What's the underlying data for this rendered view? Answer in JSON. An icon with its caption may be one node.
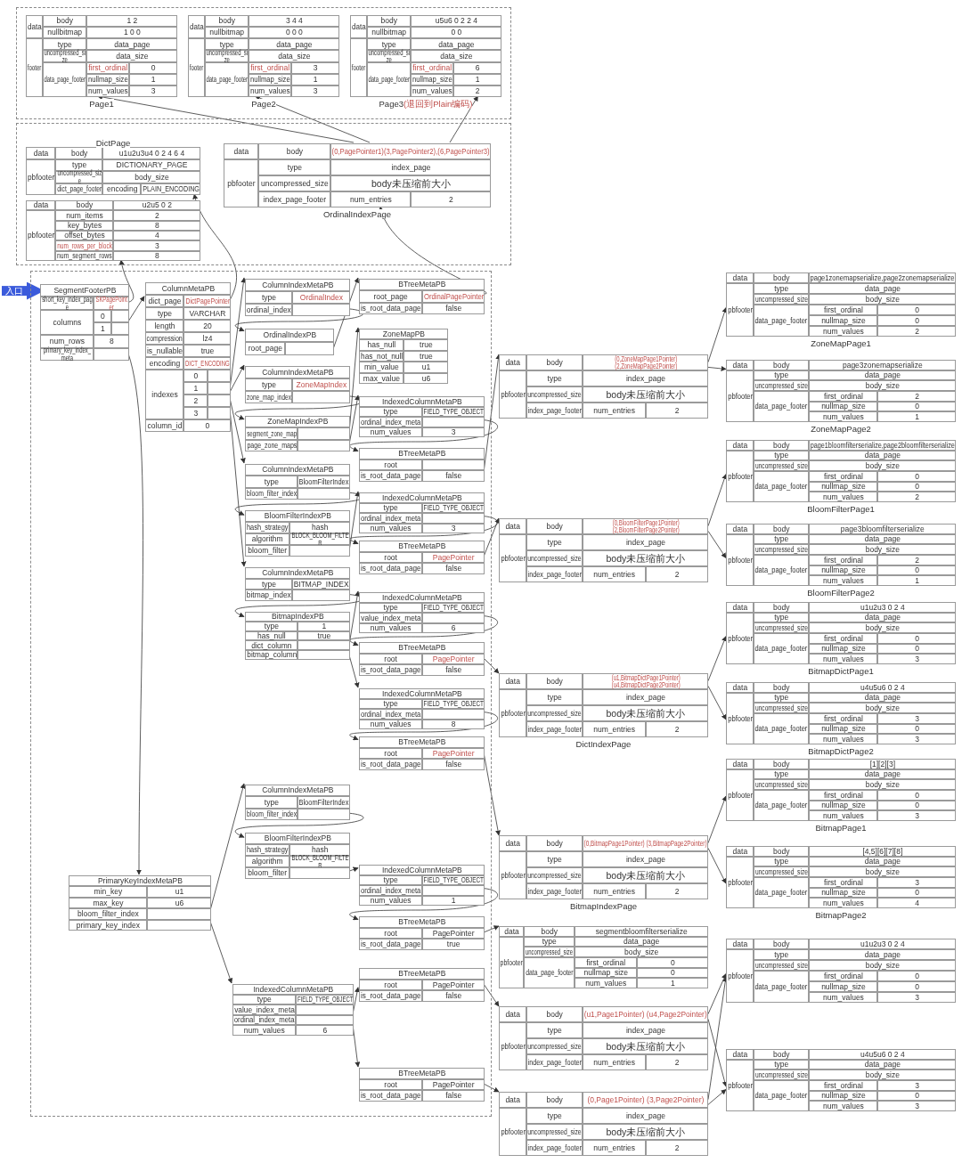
{
  "diagram": {
    "nodes": [
      {
        "text": [],
        "shape": "box"
      },
      {
        "text": [],
        "shape": "box"
      },
      {
        "text": [],
        "shape": "box"
      },
      {
        "text": [
          "data",
          "body",
          "1 2",
          "nullbitmap",
          "1 0 0",
          "footer",
          "type",
          "data_page",
          "uncompressed_size",
          "data_size",
          "data_page_footer",
          "first_ordinal",
          "0",
          "nullmap_size",
          "1",
          "num_values",
          "3"
        ],
        "in": 0,
        "beside": [
          "Page1"
        ]
      },
      {
        "text": [
          "data",
          "body",
          "3 4 4",
          "nullbitmap",
          "0 0 0",
          "footer",
          "type",
          "data_page",
          "uncompressed_size",
          "data_size",
          "data_page_footer",
          "first_ordinal",
          "3",
          "nullmap_size",
          "1",
          "num_values",
          "3"
        ],
        "in": 0,
        "beside": [
          "Page2"
        ]
      },
      {
        "text": [
          "data",
          "body",
          "u5u6 0 2 2 4",
          "nullbitmap",
          "0 0",
          "footer",
          "type",
          "data_page",
          "uncompressed_size",
          "data_size",
          "data_page_footer",
          "first_ordinal",
          "6",
          "nullmap_size",
          "1",
          "num_values",
          "2"
        ],
        "in": 0,
        "beside": [
          "Page3",
          "(退回到Plain编码)"
        ]
      },
      {
        "text": [
          "data",
          "body",
          "u1u2u3u4 0 2 4 6 4",
          "pbfooter",
          "type",
          "DICTIONARY_PAGE",
          "uncompressed_size",
          "body_size",
          "dict_page_footer",
          "encoding",
          "PLAIN_ENCODING"
        ],
        "in": 1,
        "beside": [
          "DictPage"
        ]
      },
      {
        "text": [
          "data",
          "body",
          "u2u5 0 2",
          "pbfooter",
          "num_items",
          "2",
          "key_bytes",
          "8",
          "offset_bytes",
          "4",
          "num_rows_per_block",
          "3",
          "num_segment_rows",
          "8"
        ],
        "in": 1
      },
      {
        "text": [
          "data",
          "body",
          "(0,PagePointer1)(3,PagePointer2),(6,PagePointer3)",
          "pbfooter",
          "type",
          "index_page",
          "uncompressed_size",
          "body未压缩前大小",
          "index_page_footer",
          "num_entries",
          "2"
        ],
        "in": 1,
        "beside": [
          "OrdinalIndexPage"
        ]
      },
      {
        "text": [
          "SegmentFooterPB",
          "short_key_index_page",
          "SKPagePointer",
          "columns",
          "0",
          "1",
          "num_rows",
          "8",
          "primary_key_index_meta"
        ],
        "in": 2
      },
      {
        "text": [
          "ColumnMetaPB",
          "dict_page",
          "DictPagePointer",
          "type",
          "VARCHAR",
          "length",
          "20",
          "compression",
          "lz4",
          "is_nullable",
          "true",
          "encoding",
          "DICT_ENCODING",
          "indexes",
          "0",
          "1",
          "2",
          "3",
          "column_id",
          "0"
        ],
        "in": 2
      },
      {
        "text": [
          "ColumnIndexMetaPB",
          "type",
          "OrdinalIndex",
          "ordinal_index"
        ],
        "in": 2
      },
      {
        "text": [
          "OrdinalIndexPB",
          "root_page"
        ],
        "in": 2
      },
      {
        "text": [
          "BTreeMetaPB",
          "root_page",
          "OrdinalPagePointer",
          "is_root_data_page",
          "false"
        ],
        "in": 2
      },
      {
        "text": [
          "ZoneMapPB",
          "has_null",
          "true",
          "has_not_null",
          "true",
          "min_value",
          "u1",
          "max_value",
          "u6"
        ],
        "in": 2
      },
      {
        "text": [
          "ColumnIndexMetaPB",
          "type",
          "ZoneMapIndex",
          "zone_map_index"
        ],
        "in": 2
      },
      {
        "text": [
          "ZoneMapIndexPB",
          "segment_zone_map",
          "page_zone_maps"
        ],
        "in": 2
      },
      {
        "text": [
          "IndexedColumnMetaPB",
          "type",
          "FIELD_TYPE_OBJECT",
          "ordinal_index_meta",
          "num_values",
          "3"
        ],
        "in": 2
      },
      {
        "text": [
          "BTreeMetaPB",
          "root",
          "is_root_data_page",
          "false"
        ],
        "in": 2
      },
      {
        "text": [
          "ColumnIndexMetaPB",
          "type",
          "BloomFilterIndex",
          "bloom_filter_index"
        ],
        "in": 2
      },
      {
        "text": [
          "BloomFilterIndexPB",
          "hash_strategy",
          "hash",
          "algorithm",
          "BLOCK_BLOOM_FILTER",
          "bloom_filter"
        ],
        "in": 2
      },
      {
        "text": [
          "IndexedColumnMetaPB",
          "type",
          "FIELD_TYPE_OBJECT",
          "ordinal_index_meta",
          "num_values",
          "3"
        ],
        "in": 2
      },
      {
        "text": [
          "BTreeMetaPB",
          "root",
          "PagePointer",
          "is_root_data_page",
          "false"
        ],
        "in": 2
      },
      {
        "text": [
          "ColumnIndexMetaPB",
          "type",
          "BITMAP_INDEX",
          "bitmap_index"
        ],
        "in": 2
      },
      {
        "text": [
          "BitmapIndexPB",
          "type",
          "1",
          "has_null",
          "true",
          "dict_column",
          "bitmap_column"
        ],
        "in": 2
      },
      {
        "text": [
          "IndexedColumnMetaPB",
          "type",
          "FIELD_TYPE_OBJECT",
          "value_index_meta",
          "num_values",
          "6"
        ],
        "in": 2
      },
      {
        "text": [
          "BTreeMetaPB",
          "root",
          "PagePointer",
          "is_root_data_page",
          "false"
        ],
        "in": 2
      },
      {
        "text": [
          "IndexedColumnMetaPB",
          "type",
          "FIELD_TYPE_OBJECT",
          "ordinal_index_meta",
          "num_values",
          "8"
        ],
        "in": 2
      },
      {
        "text": [
          "BTreeMetaPB",
          "root",
          "PagePointer",
          "is_root_data_page",
          "false"
        ],
        "in": 2
      },
      {
        "text": [
          "ColumnIndexMetaPB",
          "type",
          "BloomFilterIndex",
          "bloom_filter_index"
        ],
        "in": 2
      },
      {
        "text": [
          "BloomFilterIndexPB",
          "hash_strategy",
          "hash",
          "algorithm",
          "BLOCK_BLOOM_FILTER",
          "bloom_filter"
        ],
        "in": 2
      },
      {
        "text": [
          "PrimaryKeyIndexMetaPB",
          "min_key",
          "u1",
          "max_key",
          "u6",
          "bloom_filter_index",
          "primary_key_index"
        ],
        "in": 2
      },
      {
        "text": [
          "IndexedColumnMetaPB",
          "type",
          "FIELD_TYPE_OBJECT",
          "ordinal_index_meta",
          "num_values",
          "1"
        ],
        "in": 2
      },
      {
        "text": [
          "BTreeMetaPB",
          "root",
          "PagePointer",
          "is_root_data_page",
          "true"
        ],
        "in": 2
      },
      {
        "text": [
          "BTreeMetaPB",
          "root",
          "PagePointer",
          "is_root_data_page",
          "false"
        ],
        "in": 2
      },
      {
        "text": [
          "IndexedColumnMetaPB",
          "type",
          "FIELD_TYPE_OBJECT",
          "value_index_meta",
          "ordinal_index_meta",
          "num_values",
          "6"
        ],
        "in": 2
      },
      {
        "text": [
          "BTreeMetaPB",
          "root",
          "PagePointer",
          "is_root_data_page",
          "false"
        ],
        "in": 2
      },
      {
        "text": [
          "data",
          "body",
          "(0,ZoneMapPage1Pointer) (2,ZoneMapPage2Pointer)",
          "pbfooter",
          "type",
          "index_page",
          "uncompressed_size",
          "body未压缩前大小",
          "index_page_footer",
          "num_entries",
          "2"
        ]
      },
      {
        "text": [
          "data",
          "body",
          "page1zonemapserialize,page2zonemapserialize",
          "pbfooter",
          "type",
          "data_page",
          "uncompressed_size",
          "body_size",
          "data_page_footer",
          "first_ordinal",
          "0",
          "nullmap_size",
          "0",
          "num_values",
          "2"
        ],
        "beside": [
          "ZoneMapPage1"
        ]
      },
      {
        "text": [
          "data",
          "body",
          "page3zonemapserialize",
          "pbfooter",
          "type",
          "data_page",
          "uncompressed_size",
          "body_size",
          "data_page_footer",
          "first_ordinal",
          "2",
          "nullmap_size",
          "0",
          "num_values",
          "1"
        ],
        "beside": [
          "ZoneMapPage2"
        ]
      },
      {
        "text": [
          "data",
          "body",
          "(0,BloomFilterPage1Pointer) (2,BloomFilterPage2Pointer)",
          "pbfooter",
          "type",
          "index_page",
          "uncompressed_size",
          "body未压缩前大小",
          "index_page_footer",
          "num_entries",
          "2"
        ]
      },
      {
        "text": [
          "data",
          "body",
          "page1bloomfilterserialize,page2bloomfilterserialize",
          "pbfooter",
          "type",
          "data_page",
          "uncompressed_size",
          "body_size",
          "data_page_footer",
          "first_ordinal",
          "0",
          "nullmap_size",
          "0",
          "num_values",
          "2"
        ],
        "beside": [
          "BloomFilterPage1"
        ]
      },
      {
        "text": [
          "data",
          "body",
          "page3bloomfilterserialize",
          "pbfooter",
          "type",
          "data_page",
          "uncompressed_size",
          "body_size",
          "data_page_footer",
          "first_ordinal",
          "2",
          "nullmap_size",
          "0",
          "num_values",
          "1"
        ],
        "beside": [
          "BloomFilterPage2"
        ]
      },
      {
        "text": [
          "data",
          "body",
          "u1u2u3 0 2 4",
          "pbfooter",
          "type",
          "data_page",
          "uncompressed_size",
          "body_size",
          "data_page_footer",
          "first_ordinal",
          "0",
          "nullmap_size",
          "0",
          "num_values",
          "3"
        ],
        "beside": [
          "BitmapDictPage1"
        ]
      },
      {
        "text": [
          "data",
          "body",
          "(u1,BitmapDictPage1Pointer) (u4,BitmapDictPage2Pointer)",
          "pbfooter",
          "type",
          "index_page",
          "uncompressed_size",
          "body未压缩前大小",
          "index_page_footer",
          "num_entries",
          "2"
        ],
        "beside": [
          "DictIndexPage"
        ]
      },
      {
        "text": [
          "data",
          "body",
          "u4u5u6 0 2 4",
          "pbfooter",
          "type",
          "data_page",
          "uncompressed_size",
          "body_size",
          "data_page_footer",
          "first_ordinal",
          "3",
          "nullmap_size",
          "0",
          "num_values",
          "3"
        ],
        "beside": [
          "BitmapDictPage2"
        ]
      },
      {
        "text": [
          "data",
          "body",
          "[1][2][3]",
          "pbfooter",
          "type",
          "data_page",
          "uncompressed_size",
          "body_size",
          "data_page_footer",
          "first_ordinal",
          "0",
          "nullmap_size",
          "0",
          "num_values",
          "3"
        ],
        "beside": [
          "BitmapPage1"
        ]
      },
      {
        "text": [
          "data",
          "body",
          "(0,BitmapPage1Pointer) (3,BitmapPage2Pointer)",
          "pbfooter",
          "type",
          "index_page",
          "uncompressed_size",
          "body未压缩前大小",
          "index_page_footer",
          "num_entries",
          "2"
        ],
        "beside": [
          "BitmapIndexPage"
        ]
      },
      {
        "text": [
          "data",
          "body",
          "[4,5][6][7][8]",
          "pbfooter",
          "type",
          "data_page",
          "uncompressed_size",
          "body_size",
          "data_page_footer",
          "first_ordinal",
          "3",
          "nullmap_size",
          "0",
          "num_values",
          "4"
        ],
        "beside": [
          "BitmapPage2"
        ]
      },
      {
        "text": [
          "data",
          "body",
          "segmentbloomfilterserialize",
          "pbfooter",
          "type",
          "data_page",
          "uncompressed_size",
          "body_size",
          "data_page_footer",
          "first_ordinal",
          "0",
          "nullmap_size",
          "0",
          "num_values",
          "1"
        ]
      },
      {
        "text": [
          "data",
          "body",
          "(u1,Page1Pointer) (u4,Page2Pointer)",
          "pbfooter",
          "type",
          "index_page",
          "uncompressed_size",
          "body未压缩前大小",
          "index_page_footer",
          "num_entries",
          "2"
        ]
      },
      {
        "text": [
          "data",
          "body",
          "u1u2u3 0 2 4",
          "pbfooter",
          "type",
          "data_page",
          "uncompressed_size",
          "body_size",
          "data_page_footer",
          "first_ordinal",
          "0",
          "nullmap_size",
          "0",
          "num_values",
          "3"
        ]
      },
      {
        "text": [
          "data",
          "body",
          "u4u5u6 0 2 4",
          "pbfooter",
          "type",
          "data_page",
          "uncompressed_size",
          "body_size",
          "data_page_footer",
          "first_ordinal",
          "3",
          "nullmap_size",
          "0",
          "num_values",
          "3"
        ]
      },
      {
        "text": [
          "data",
          "body",
          "(0,Page1Pointer) (3,Page2Pointer)",
          "pbfooter",
          "type",
          "index_page",
          "uncompressed_size",
          "body未压缩前大小",
          "index_page_footer",
          "num_entries",
          "2"
        ]
      }
    ],
    "edges": [
      {
        "from": null,
        "to": 9,
        "arrow": "to",
        "label": "入口",
        "style": "thick",
        "color": "#3b5bdb"
      },
      {
        "from": 9,
        "to": 7,
        "arrow": "to"
      },
      {
        "from": 9,
        "to": 10,
        "arrow": "to"
      },
      {
        "from": 9,
        "to": 31,
        "arrow": "to"
      },
      {
        "from": 10,
        "to": 6,
        "arrow": "to"
      },
      {
        "from": 10,
        "to": 11,
        "arrow": "to"
      },
      {
        "from": 10,
        "to": 15,
        "arrow": "to"
      },
      {
        "from": 10,
        "to": 19,
        "arrow": "to"
      },
      {
        "from": 10,
        "to": 23,
        "arrow": "to"
      },
      {
        "from": 11,
        "to": 12,
        "arrow": "to"
      },
      {
        "from": 12,
        "to": 13,
        "arrow": "to"
      },
      {
        "from": 13,
        "to": 8,
        "arrow": "to"
      },
      {
        "from": 8,
        "to": 3,
        "arrow": "to"
      },
      {
        "from": 8,
        "to": 4,
        "arrow": "to"
      },
      {
        "from": 8,
        "to": 5,
        "arrow": "to"
      },
      {
        "from": 15,
        "to": 16,
        "arrow": "to"
      },
      {
        "from": 16,
        "to": 14,
        "arrow": "to"
      },
      {
        "from": 16,
        "to": 17,
        "arrow": "to"
      },
      {
        "from": 17,
        "to": 18,
        "arrow": "to"
      },
      {
        "from": 18,
        "to": 37,
        "arrow": "to"
      },
      {
        "from": 37,
        "to": 38,
        "arrow": "to"
      },
      {
        "from": 37,
        "to": 39,
        "arrow": "to"
      },
      {
        "from": 19,
        "to": 20,
        "arrow": "to"
      },
      {
        "from": 20,
        "to": 21,
        "arrow": "to"
      },
      {
        "from": 21,
        "to": 22,
        "arrow": "to"
      },
      {
        "from": 22,
        "to": 40,
        "arrow": "to"
      },
      {
        "from": 40,
        "to": 41,
        "arrow": "to"
      },
      {
        "from": 40,
        "to": 42,
        "arrow": "to"
      },
      {
        "from": 23,
        "to": 24,
        "arrow": "to"
      },
      {
        "from": 24,
        "to": 25,
        "arrow": "to"
      },
      {
        "from": 24,
        "to": 27,
        "arrow": "to"
      },
      {
        "from": 25,
        "to": 26,
        "arrow": "to"
      },
      {
        "from": 26,
        "to": 44,
        "arrow": "to"
      },
      {
        "from": 44,
        "to": 43,
        "arrow": "to"
      },
      {
        "from": 44,
        "to": 45,
        "arrow": "to"
      },
      {
        "from": 27,
        "to": 28,
        "arrow": "to"
      },
      {
        "from": 28,
        "to": 47,
        "arrow": "to"
      },
      {
        "from": 47,
        "to": 46,
        "arrow": "to"
      },
      {
        "from": 47,
        "to": 48,
        "arrow": "to"
      },
      {
        "from": 31,
        "to": 29,
        "arrow": "to"
      },
      {
        "from": 31,
        "to": 35,
        "arrow": "to"
      },
      {
        "from": 29,
        "to": 30,
        "arrow": "to"
      },
      {
        "from": 30,
        "to": 32,
        "arrow": "to"
      },
      {
        "from": 32,
        "to": 33,
        "arrow": "to"
      },
      {
        "from": 33,
        "to": 49,
        "arrow": "to"
      },
      {
        "from": 35,
        "to": 34,
        "arrow": "to"
      },
      {
        "from": 35,
        "to": 36,
        "arrow": "to"
      },
      {
        "from": 34,
        "to": 50,
        "arrow": "to"
      },
      {
        "from": 36,
        "to": 53,
        "arrow": "to"
      },
      {
        "from": 50,
        "to": 51,
        "arrow": "to"
      },
      {
        "from": 50,
        "to": 52,
        "arrow": "to"
      },
      {
        "from": 53,
        "to": 51,
        "arrow": "to"
      },
      {
        "from": 53,
        "to": 52,
        "arrow": "to"
      }
    ]
  }
}
